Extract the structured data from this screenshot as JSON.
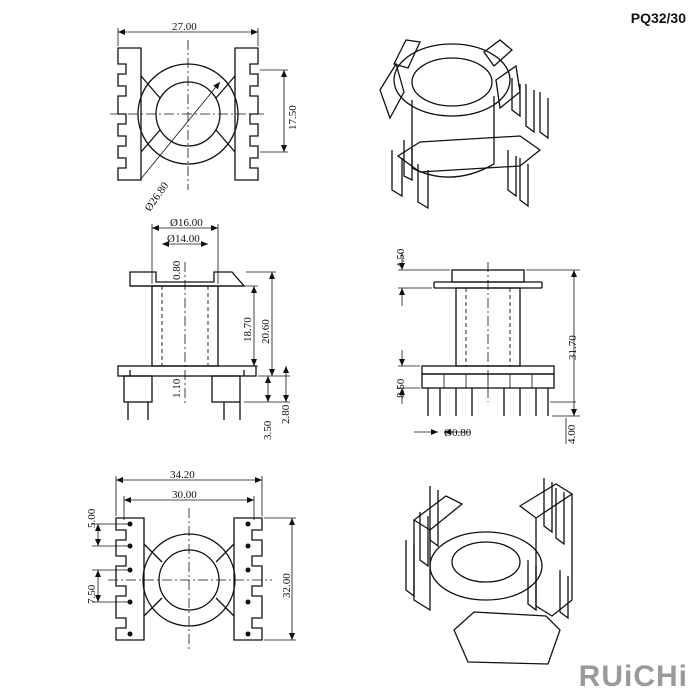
{
  "header": {
    "model": "PQ32/30"
  },
  "brand": {
    "logo_text": "RUiCHi"
  },
  "top_view": {
    "width": "27.00",
    "pitch": "17.50",
    "diameter": "Ø26.80"
  },
  "front_view": {
    "outer_dia": "Ø16.00",
    "inner_dia": "Ø14.00",
    "wall": "0.80",
    "winding_height": "18.70",
    "body_height": "20.60",
    "base": "1.10",
    "pin_length": "3.50",
    "pin_offset": "2.80"
  },
  "side_view": {
    "flange_top": "4.50",
    "base_height": "8.50",
    "total_height": "31.70",
    "pin_dia": "Ø0.80",
    "pin_length": "4.00"
  },
  "bottom_view": {
    "overall_width": "34.20",
    "pin_row_width": "30.00",
    "pin_pitch": "5.00",
    "pin_group_pitch": "7.50",
    "depth": "32.00"
  },
  "iso_views": [
    {
      "name": "top-isometric"
    },
    {
      "name": "bottom-isometric"
    }
  ]
}
